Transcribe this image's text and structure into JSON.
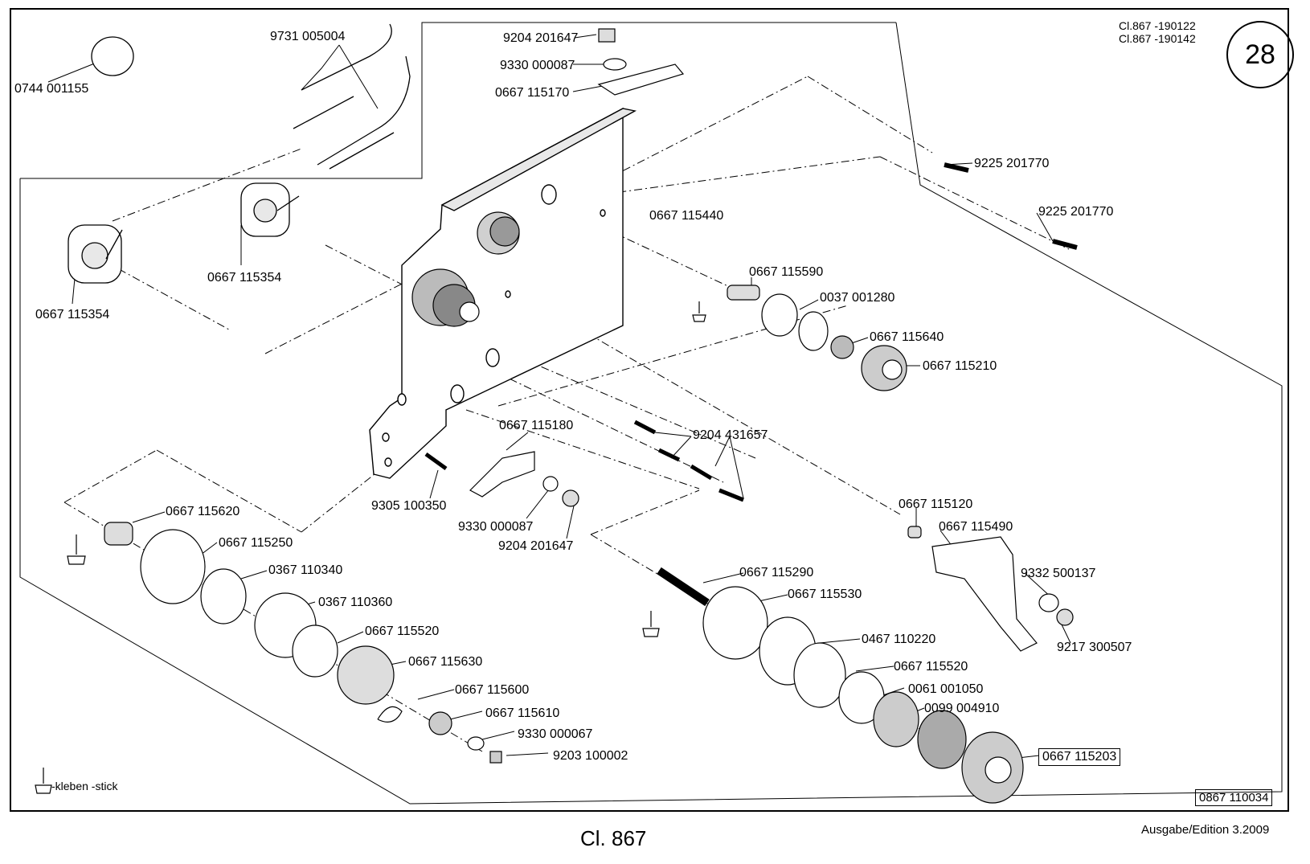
{
  "header": {
    "class_lines": [
      "Cl.867 -190122",
      "Cl.867 -190142"
    ],
    "page_number": "28"
  },
  "footer": {
    "title": "Cl. 867",
    "edition": "Ausgabe/Edition 3.2009",
    "drawing_number": "0867 110034"
  },
  "legend": {
    "text": "-kleben -stick"
  },
  "parts": [
    "9731 005004",
    "0744 001155",
    "0667 115354",
    "0667 115354",
    "9204 201647",
    "9330 000087",
    "0667 115170",
    "9225 201770",
    "9225 201770",
    "0667 115440",
    "0667 115590",
    "0037 001280",
    "0667 115640",
    "0667 115210",
    "9204 431657",
    "0667 115180",
    "9305 100350",
    "9330 000087",
    "9204 201647",
    "0667 115620",
    "0667 115250",
    "0367 110340",
    "0367 110360",
    "0667 115520",
    "0667 115630",
    "0667 115600",
    "0667 115610",
    "9330 000067",
    "9203 100002",
    "0667 115120",
    "0667 115490",
    "9332 500137",
    "9217 300507",
    "0667 115290",
    "0667 115530",
    "0467 110220",
    "0667 115520",
    "0061 001050",
    "0099 004910",
    "0667 115203"
  ],
  "colors": {
    "line": "#000000",
    "background": "#ffffff",
    "part_fill": "#e6e6e6",
    "part_dark": "#555555"
  }
}
